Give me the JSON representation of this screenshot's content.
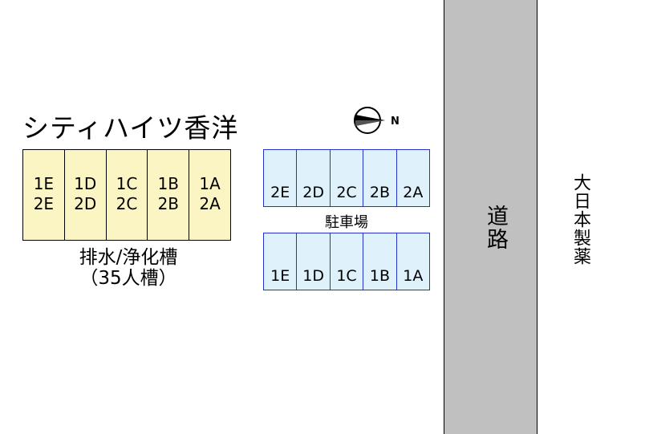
{
  "title": "シティハイツ香洋",
  "compass": {
    "label": "N",
    "icon": "north-arrow-icon"
  },
  "building": {
    "units": [
      {
        "upper": "1E",
        "lower": "2E"
      },
      {
        "upper": "1D",
        "lower": "2D"
      },
      {
        "upper": "1C",
        "lower": "2C"
      },
      {
        "upper": "1B",
        "lower": "2B"
      },
      {
        "upper": "1A",
        "lower": "2A"
      }
    ],
    "color": "#fbf5c4"
  },
  "septic": {
    "line1": "排水/浄化槽",
    "line2": "（35人槽）"
  },
  "parking": {
    "label": "駐車場",
    "top_row": [
      "2E",
      "2D",
      "2C",
      "2B",
      "2A"
    ],
    "bottom_row": [
      "1E",
      "1D",
      "1C",
      "1B",
      "1A"
    ],
    "color": "#dff2fb",
    "border_color": "#2233cc"
  },
  "road": {
    "label": "道路",
    "color": "#c0c0c0"
  },
  "neighbor": {
    "label": "大日本製薬"
  }
}
